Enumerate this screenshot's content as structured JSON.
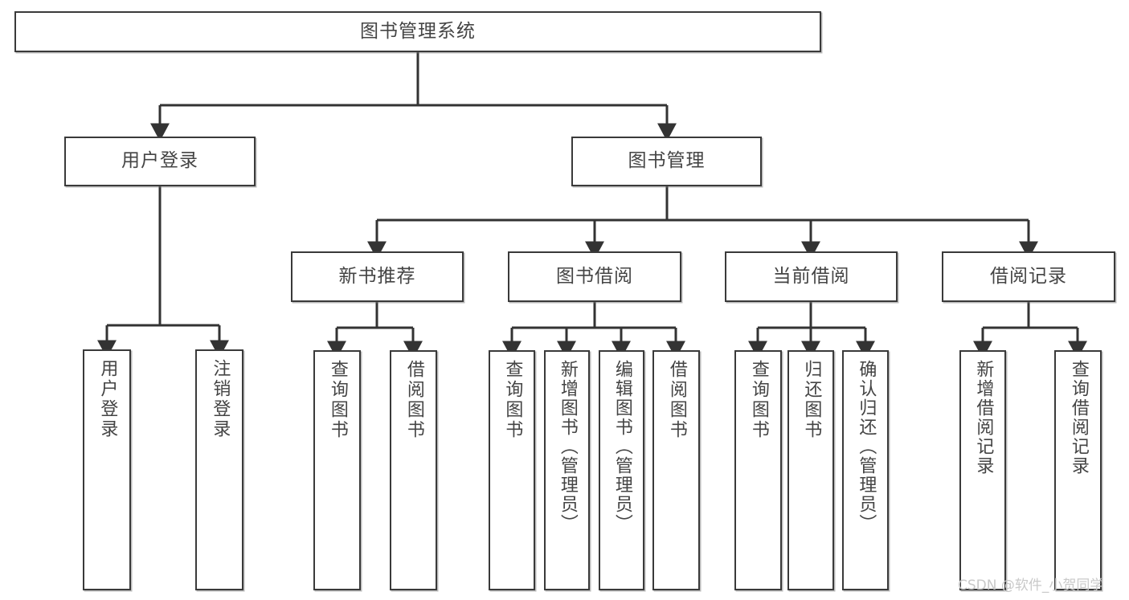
{
  "diagram": {
    "type": "hierarchy-tree",
    "title": "图书管理系统",
    "watermark": "CSDN @软件_小贺同学",
    "colors": {
      "background": "#ffffff",
      "box_border": "#3a3a3a",
      "text": "#444444",
      "connector": "#333333",
      "watermark": "#c9c9c9"
    },
    "levels": {
      "root": {
        "label": "图书管理系统"
      },
      "level2": [
        {
          "id": "user-login",
          "label": "用户登录"
        },
        {
          "id": "book-management",
          "label": "图书管理"
        }
      ],
      "level3": [
        {
          "id": "new-book-recommend",
          "label": "新书推荐",
          "parent": "book-management"
        },
        {
          "id": "book-borrow",
          "label": "图书借阅",
          "parent": "book-management"
        },
        {
          "id": "current-borrow",
          "label": "当前借阅",
          "parent": "book-management"
        },
        {
          "id": "borrow-record",
          "label": "借阅记录",
          "parent": "book-management"
        }
      ],
      "leaves": {
        "user-login": [
          {
            "id": "leaf-user-login",
            "label": "用户登录"
          },
          {
            "id": "leaf-user-logout",
            "label": "注销登录"
          }
        ],
        "new-book-recommend": [
          {
            "id": "leaf-query-book-1",
            "label": "查询图书"
          },
          {
            "id": "leaf-borrow-book-1",
            "label": "借阅图书"
          }
        ],
        "book-borrow": [
          {
            "id": "leaf-query-book-2",
            "label": "查询图书"
          },
          {
            "id": "leaf-add-book",
            "label": "新增图书（管理员）"
          },
          {
            "id": "leaf-edit-book",
            "label": "编辑图书（管理员）"
          },
          {
            "id": "leaf-borrow-book-2",
            "label": "借阅图书"
          }
        ],
        "current-borrow": [
          {
            "id": "leaf-query-book-3",
            "label": "查询图书"
          },
          {
            "id": "leaf-return-book",
            "label": "归还图书"
          },
          {
            "id": "leaf-confirm-return",
            "label": "确认归还（管理员）"
          }
        ],
        "borrow-record": [
          {
            "id": "leaf-add-record",
            "label": "新增借阅记录"
          },
          {
            "id": "leaf-query-record",
            "label": "查询借阅记录"
          }
        ]
      }
    }
  }
}
